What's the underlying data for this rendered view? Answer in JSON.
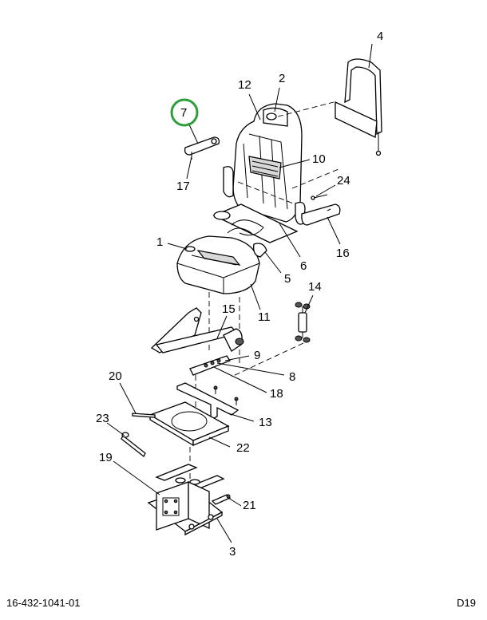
{
  "footer": {
    "document_number": "16-432-1041-01",
    "page_code": "D19"
  },
  "callouts": [
    {
      "id": "c1",
      "text": "1"
    },
    {
      "id": "c2",
      "text": "2"
    },
    {
      "id": "c3",
      "text": "3"
    },
    {
      "id": "c4",
      "text": "4"
    },
    {
      "id": "c5",
      "text": "5"
    },
    {
      "id": "c6",
      "text": "6"
    },
    {
      "id": "c7",
      "text": "7",
      "highlighted": true
    },
    {
      "id": "c8",
      "text": "8"
    },
    {
      "id": "c9",
      "text": "9"
    },
    {
      "id": "c10",
      "text": "10"
    },
    {
      "id": "c11",
      "text": "11"
    },
    {
      "id": "c12",
      "text": "12"
    },
    {
      "id": "c13",
      "text": "13"
    },
    {
      "id": "c14",
      "text": "14"
    },
    {
      "id": "c15",
      "text": "15"
    },
    {
      "id": "c16",
      "text": "16"
    },
    {
      "id": "c17",
      "text": "17"
    },
    {
      "id": "c18",
      "text": "18"
    },
    {
      "id": "c19",
      "text": "19"
    },
    {
      "id": "c20",
      "text": "20"
    },
    {
      "id": "c21",
      "text": "21"
    },
    {
      "id": "c22",
      "text": "22"
    },
    {
      "id": "c23",
      "text": "23"
    },
    {
      "id": "c24",
      "text": "24"
    }
  ],
  "colors": {
    "highlight_ring": "#2e9e3a",
    "line": "#000000"
  }
}
